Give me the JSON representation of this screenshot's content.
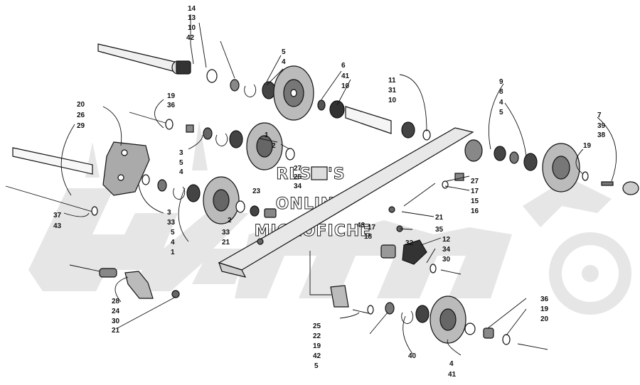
{
  "watermark": {
    "line1": "RLSM'S",
    "line2": "ONLINE",
    "line3": "MICROFICHE",
    "brand_text": "Arctic Cat"
  },
  "callouts": [
    {
      "id": "c14a",
      "text": "14"
    },
    {
      "id": "c13a",
      "text": "13"
    },
    {
      "id": "c10a",
      "text": "10"
    },
    {
      "id": "c42a",
      "text": "42"
    },
    {
      "id": "c5a",
      "text": "5"
    },
    {
      "id": "c4a",
      "text": "4"
    },
    {
      "id": "c6a",
      "text": "6"
    },
    {
      "id": "c41a",
      "text": "41"
    },
    {
      "id": "c10b",
      "text": "10"
    },
    {
      "id": "c11a",
      "text": "11"
    },
    {
      "id": "c31a",
      "text": "31"
    },
    {
      "id": "c10c",
      "text": "10"
    },
    {
      "id": "c19a",
      "text": "19"
    },
    {
      "id": "c36a",
      "text": "36"
    },
    {
      "id": "c20a",
      "text": "20"
    },
    {
      "id": "c26a",
      "text": "26"
    },
    {
      "id": "c29a",
      "text": "29"
    },
    {
      "id": "c3a",
      "text": "3"
    },
    {
      "id": "c5b",
      "text": "5"
    },
    {
      "id": "c4b",
      "text": "4"
    },
    {
      "id": "c1a",
      "text": "1"
    },
    {
      "id": "c2a",
      "text": "2"
    },
    {
      "id": "c9a",
      "text": "9"
    },
    {
      "id": "c8a",
      "text": "8"
    },
    {
      "id": "c4c",
      "text": "4"
    },
    {
      "id": "c5c",
      "text": "5"
    },
    {
      "id": "c7a",
      "text": "7"
    },
    {
      "id": "c39a",
      "text": "39"
    },
    {
      "id": "c38a",
      "text": "38"
    },
    {
      "id": "c19b",
      "text": "19"
    },
    {
      "id": "c27a",
      "text": "27"
    },
    {
      "id": "c25a",
      "text": "25"
    },
    {
      "id": "c34a",
      "text": "34"
    },
    {
      "id": "c27b",
      "text": "27"
    },
    {
      "id": "c17a",
      "text": "17"
    },
    {
      "id": "c15a",
      "text": "15"
    },
    {
      "id": "c16a",
      "text": "16"
    },
    {
      "id": "c23a",
      "text": "23"
    },
    {
      "id": "c37a",
      "text": "37"
    },
    {
      "id": "c43a",
      "text": "43"
    },
    {
      "id": "c3b",
      "text": "3"
    },
    {
      "id": "c33a",
      "text": "33"
    },
    {
      "id": "c5d",
      "text": "5"
    },
    {
      "id": "c4d",
      "text": "4"
    },
    {
      "id": "c1b",
      "text": "1"
    },
    {
      "id": "c2b",
      "text": "2"
    },
    {
      "id": "c33b",
      "text": "33"
    },
    {
      "id": "c21a",
      "text": "21"
    },
    {
      "id": "c43b",
      "text": "43"
    },
    {
      "id": "c17b",
      "text": "17"
    },
    {
      "id": "c18a",
      "text": "18"
    },
    {
      "id": "c21b",
      "text": "21"
    },
    {
      "id": "c35a",
      "text": "35"
    },
    {
      "id": "c12a",
      "text": "12"
    },
    {
      "id": "c32a",
      "text": "32"
    },
    {
      "id": "c34b",
      "text": "34"
    },
    {
      "id": "c30a",
      "text": "30"
    },
    {
      "id": "c28a",
      "text": "28"
    },
    {
      "id": "c24a",
      "text": "24"
    },
    {
      "id": "c30b",
      "text": "30"
    },
    {
      "id": "c21c",
      "text": "21"
    },
    {
      "id": "c25b",
      "text": "25"
    },
    {
      "id": "c22a",
      "text": "22"
    },
    {
      "id": "c19c",
      "text": "19"
    },
    {
      "id": "c42b",
      "text": "42"
    },
    {
      "id": "c5e",
      "text": "5"
    },
    {
      "id": "c40a",
      "text": "40"
    },
    {
      "id": "c4e",
      "text": "4"
    },
    {
      "id": "c41b",
      "text": "41"
    },
    {
      "id": "c36b",
      "text": "36"
    },
    {
      "id": "c19d",
      "text": "19"
    },
    {
      "id": "c20b",
      "text": "20"
    }
  ]
}
